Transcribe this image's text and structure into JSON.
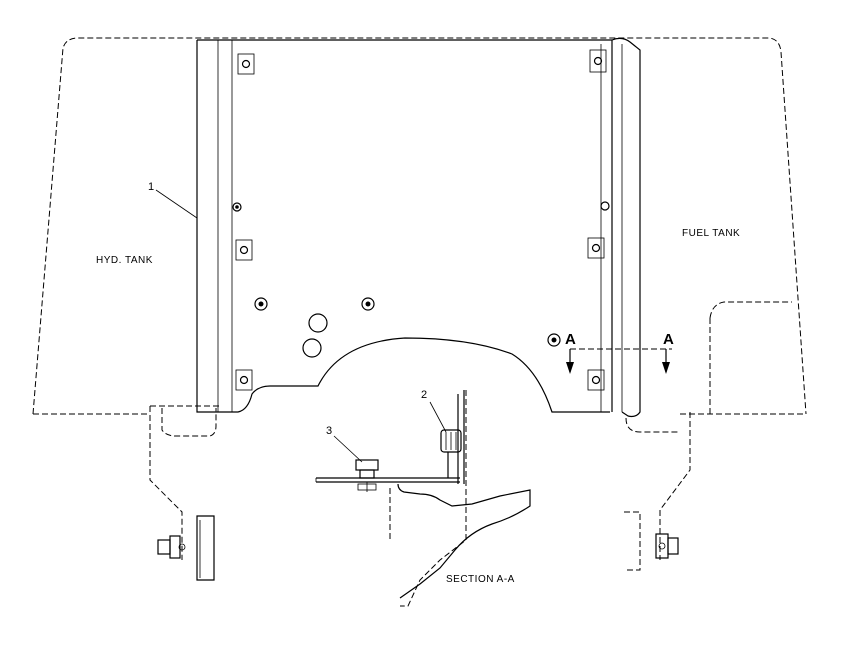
{
  "labels": {
    "hyd_tank": "HYD. TANK",
    "fuel_tank": "FUEL TANK",
    "section": "SECTION A-A",
    "section_marker_left": "A",
    "section_marker_right": "A"
  },
  "callouts": [
    "1",
    "2",
    "3"
  ]
}
